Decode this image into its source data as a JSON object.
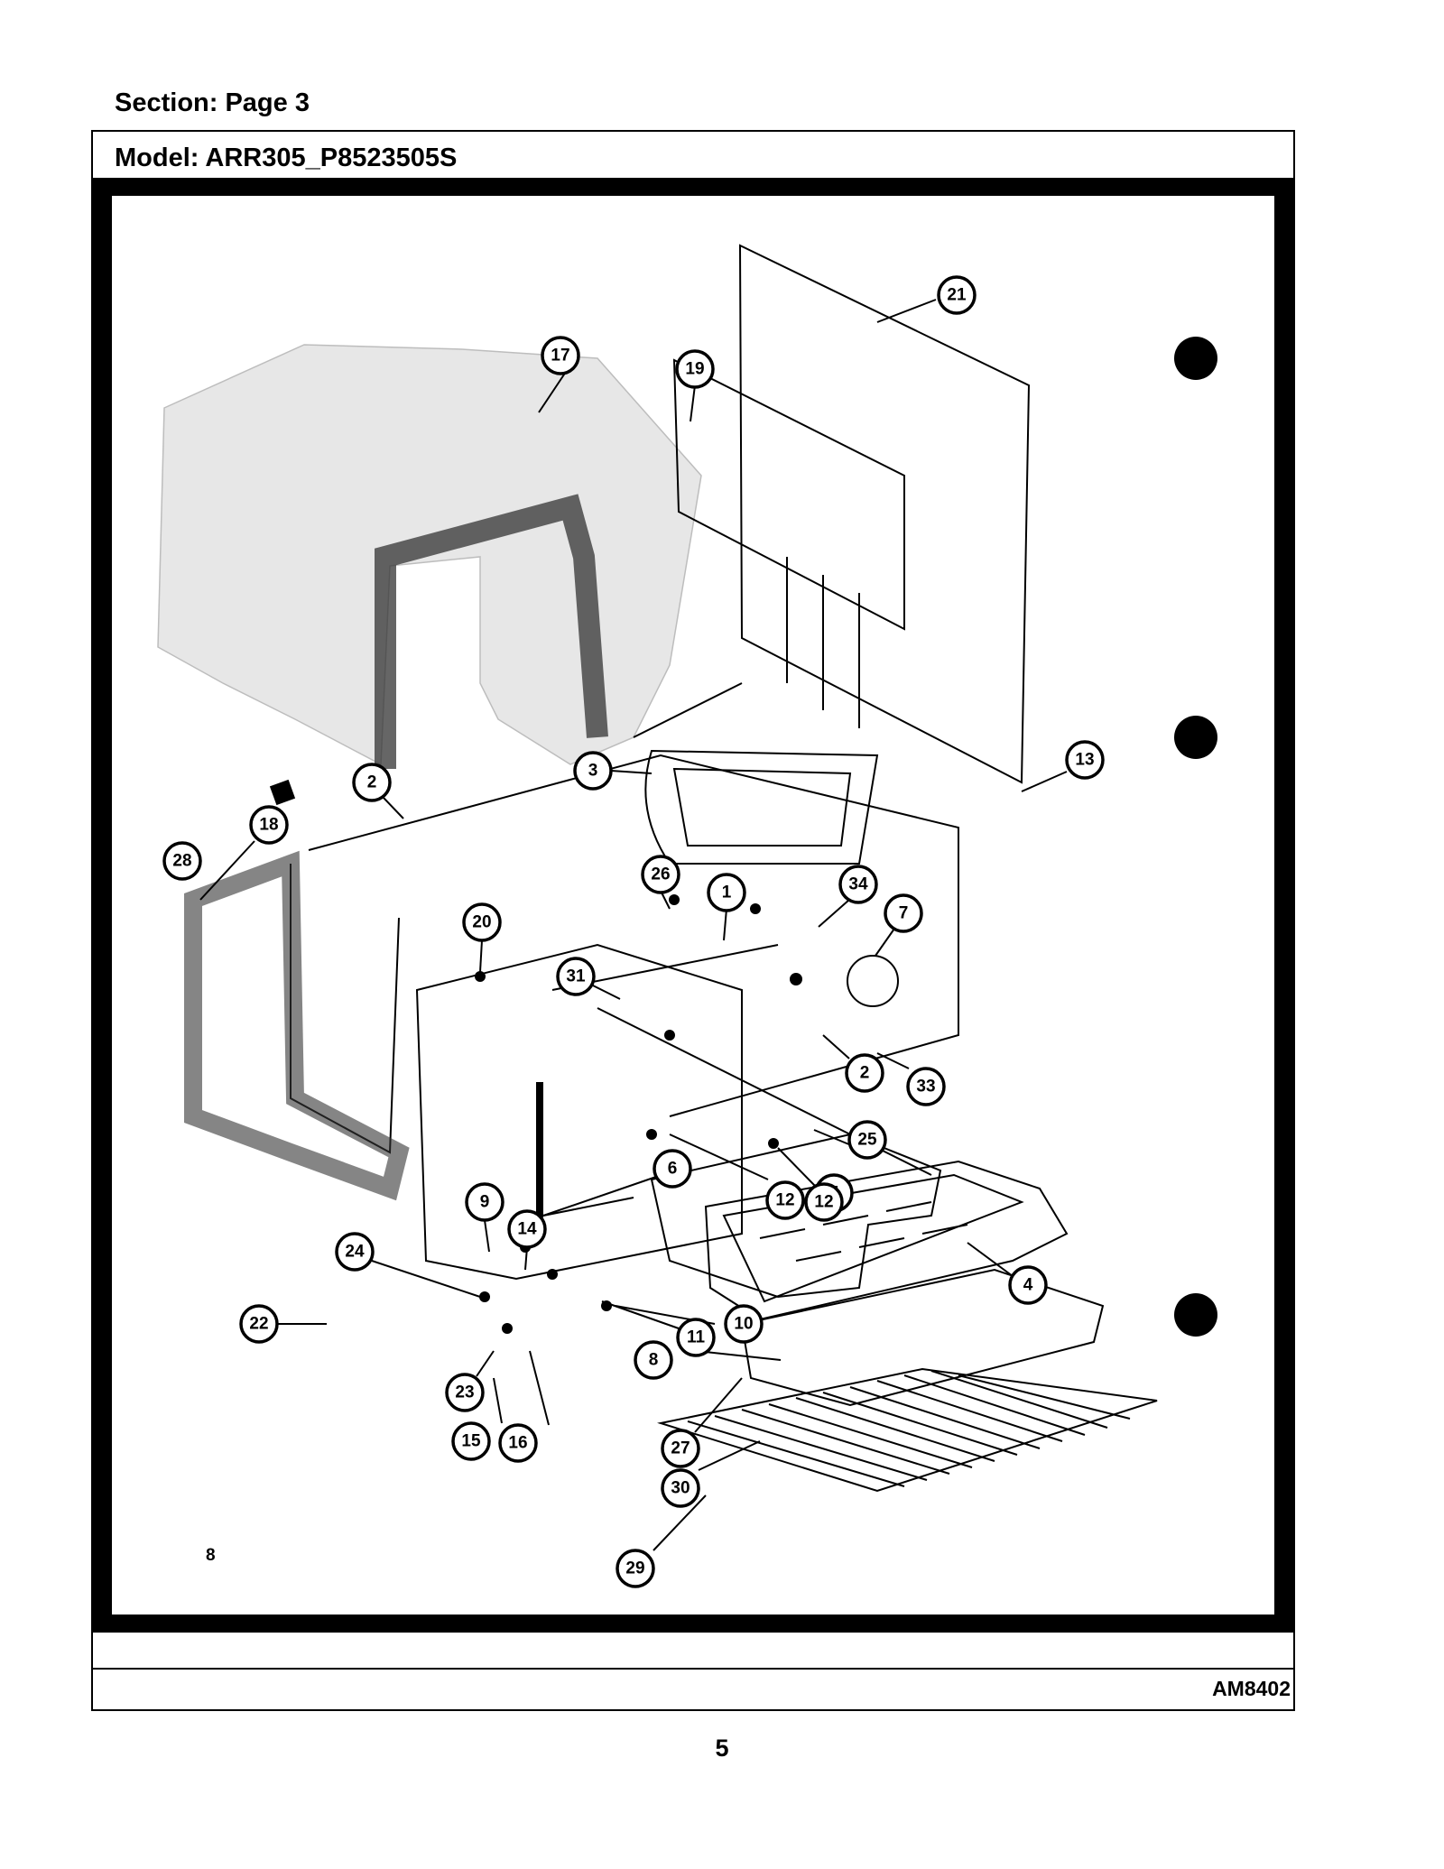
{
  "header": {
    "section": "Section:  Page 3",
    "model": "Model:  ARR305_P8523505S"
  },
  "diagram": {
    "corner_number": "8",
    "callouts": [
      "17",
      "19",
      "21",
      "13",
      "3",
      "2",
      "18",
      "28",
      "26",
      "1",
      "34",
      "7",
      "20",
      "31",
      "2",
      "33",
      "25",
      "5",
      "6",
      "12",
      "12",
      "4",
      "9",
      "14",
      "24",
      "11",
      "10",
      "22",
      "8",
      "23",
      "15",
      "16",
      "27",
      "30",
      "29"
    ]
  },
  "footer": {
    "code": "AM8402",
    "page_number": "5"
  }
}
